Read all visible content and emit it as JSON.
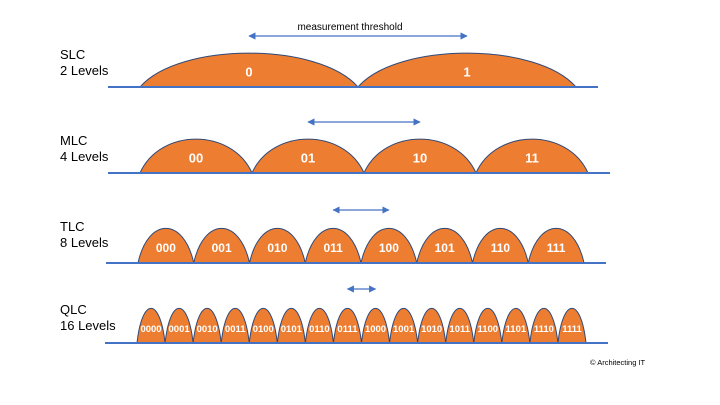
{
  "threshold_label": "measurement threshold",
  "copyright": "© Architecting IT",
  "colors": {
    "fill": "#ED7D31",
    "outline": "#2F4A7A",
    "baseline": "#4472C4",
    "arrow": "#4472C4"
  },
  "rows": [
    {
      "name": "SLC",
      "levels_text": "2 Levels",
      "states": [
        "0",
        "1"
      ]
    },
    {
      "name": "MLC",
      "levels_text": "4 Levels",
      "states": [
        "00",
        "01",
        "10",
        "11"
      ]
    },
    {
      "name": "TLC",
      "levels_text": "8 Levels",
      "states": [
        "000",
        "001",
        "010",
        "011",
        "100",
        "101",
        "110",
        "111"
      ]
    },
    {
      "name": "QLC",
      "levels_text": "16 Levels",
      "states": [
        "0000",
        "0001",
        "0010",
        "0011",
        "0100",
        "0101",
        "0110",
        "0111",
        "1000",
        "1001",
        "1010",
        "1011",
        "1100",
        "1101",
        "1110",
        "1111"
      ]
    }
  ]
}
